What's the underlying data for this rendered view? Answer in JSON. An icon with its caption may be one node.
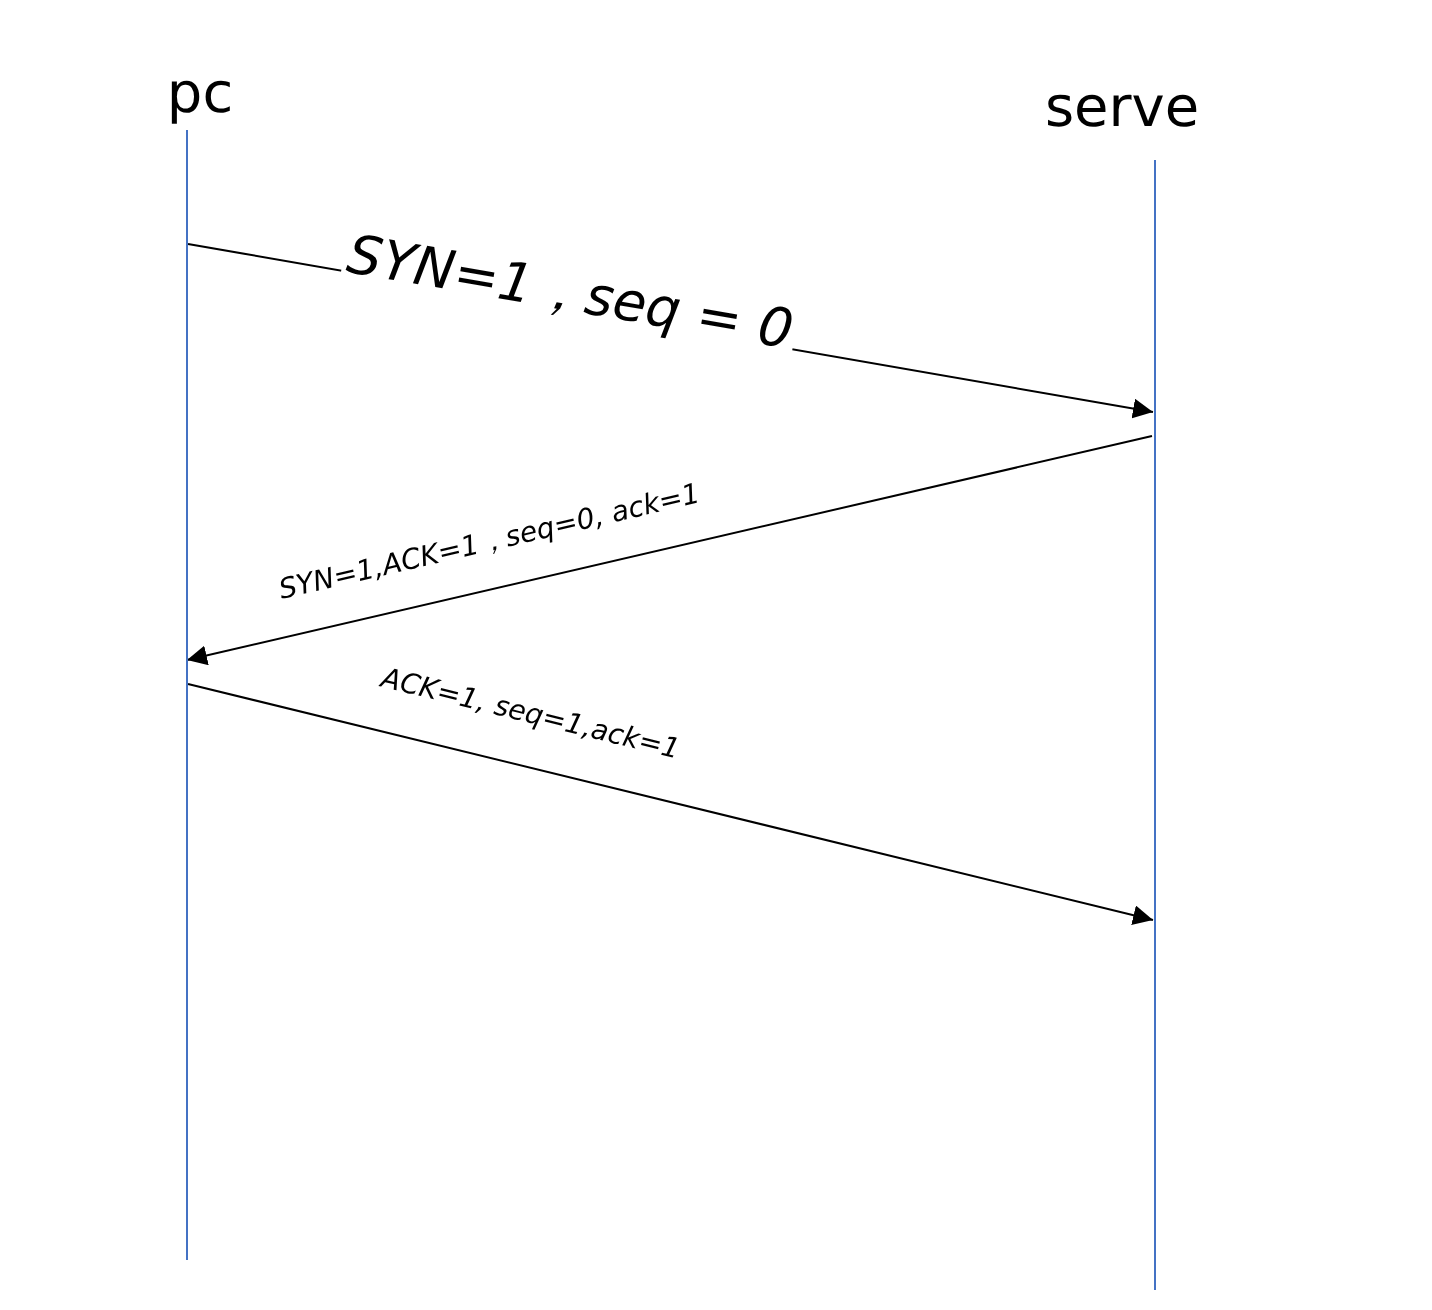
{
  "diagram": {
    "nodes": [
      {
        "text": [
          "pc"
        ]
      },
      {
        "text": [
          "serve"
        ]
      }
    ],
    "edges": [
      {
        "from": 0,
        "to": 1,
        "arrow": "to",
        "label": "SYN=1，seq = 0"
      },
      {
        "from": 1,
        "to": 0,
        "arrow": "to",
        "label": "SYN=1,ACK=1，seq=0, ack=1"
      },
      {
        "from": 0,
        "to": 1,
        "arrow": "to",
        "label": "ACK=1, seq=1,ack=1"
      }
    ]
  }
}
